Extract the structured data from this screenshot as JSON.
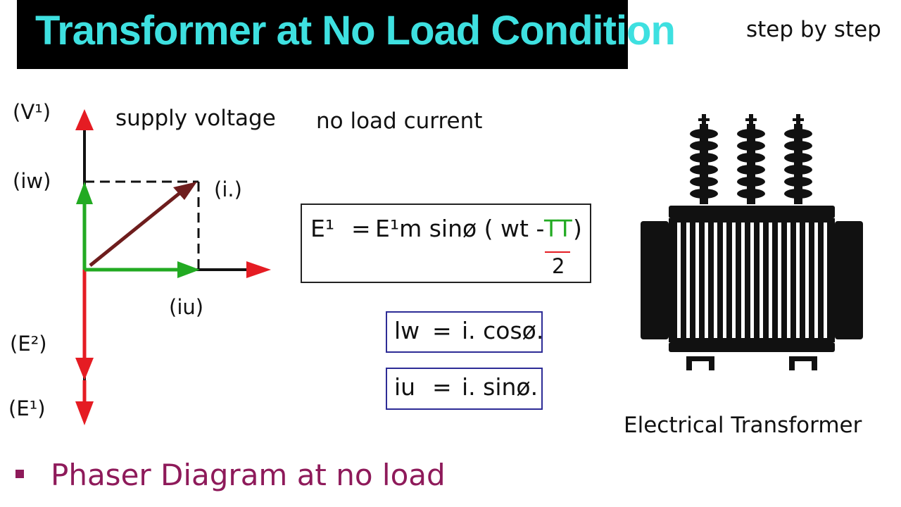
{
  "colors": {
    "title_bg": "#000000",
    "title_text": "#3ee0e0",
    "arrow_red": "#e51c23",
    "arrow_green": "#22aa22",
    "arrow_dark_red": "#6e1d1d",
    "box_border_blue": "#2d2c96",
    "bullet": "#8e1a5a"
  },
  "header": {
    "title": "Transformer at No Load Condition",
    "tag": "step by step"
  },
  "phasor_diagram": {
    "label_v1": "(V¹)",
    "label_iw": "(iw)",
    "label_io": "(i.)",
    "label_iu": "(iu)",
    "label_e2": "(E²)",
    "label_e1": "(E¹)",
    "supply_voltage": "supply voltage",
    "no_load_current": "no load current"
  },
  "formula": {
    "lhs": "E¹",
    "equals": "=",
    "rhs": "E¹m sinø ( wt -",
    "numerator": "TT",
    "close": ")",
    "denominator": "2"
  },
  "equations": {
    "iw_lhs": "lw",
    "iw_eq": "=",
    "iw_rhs": "i. cosø.",
    "iu_lhs": "iu",
    "iu_eq": "=",
    "iu_rhs": "i. sinø."
  },
  "transformer": {
    "icon": "transformer-icon",
    "caption": "Electrical Transformer"
  },
  "bullet": {
    "text": "Phaser Diagram at no load"
  }
}
